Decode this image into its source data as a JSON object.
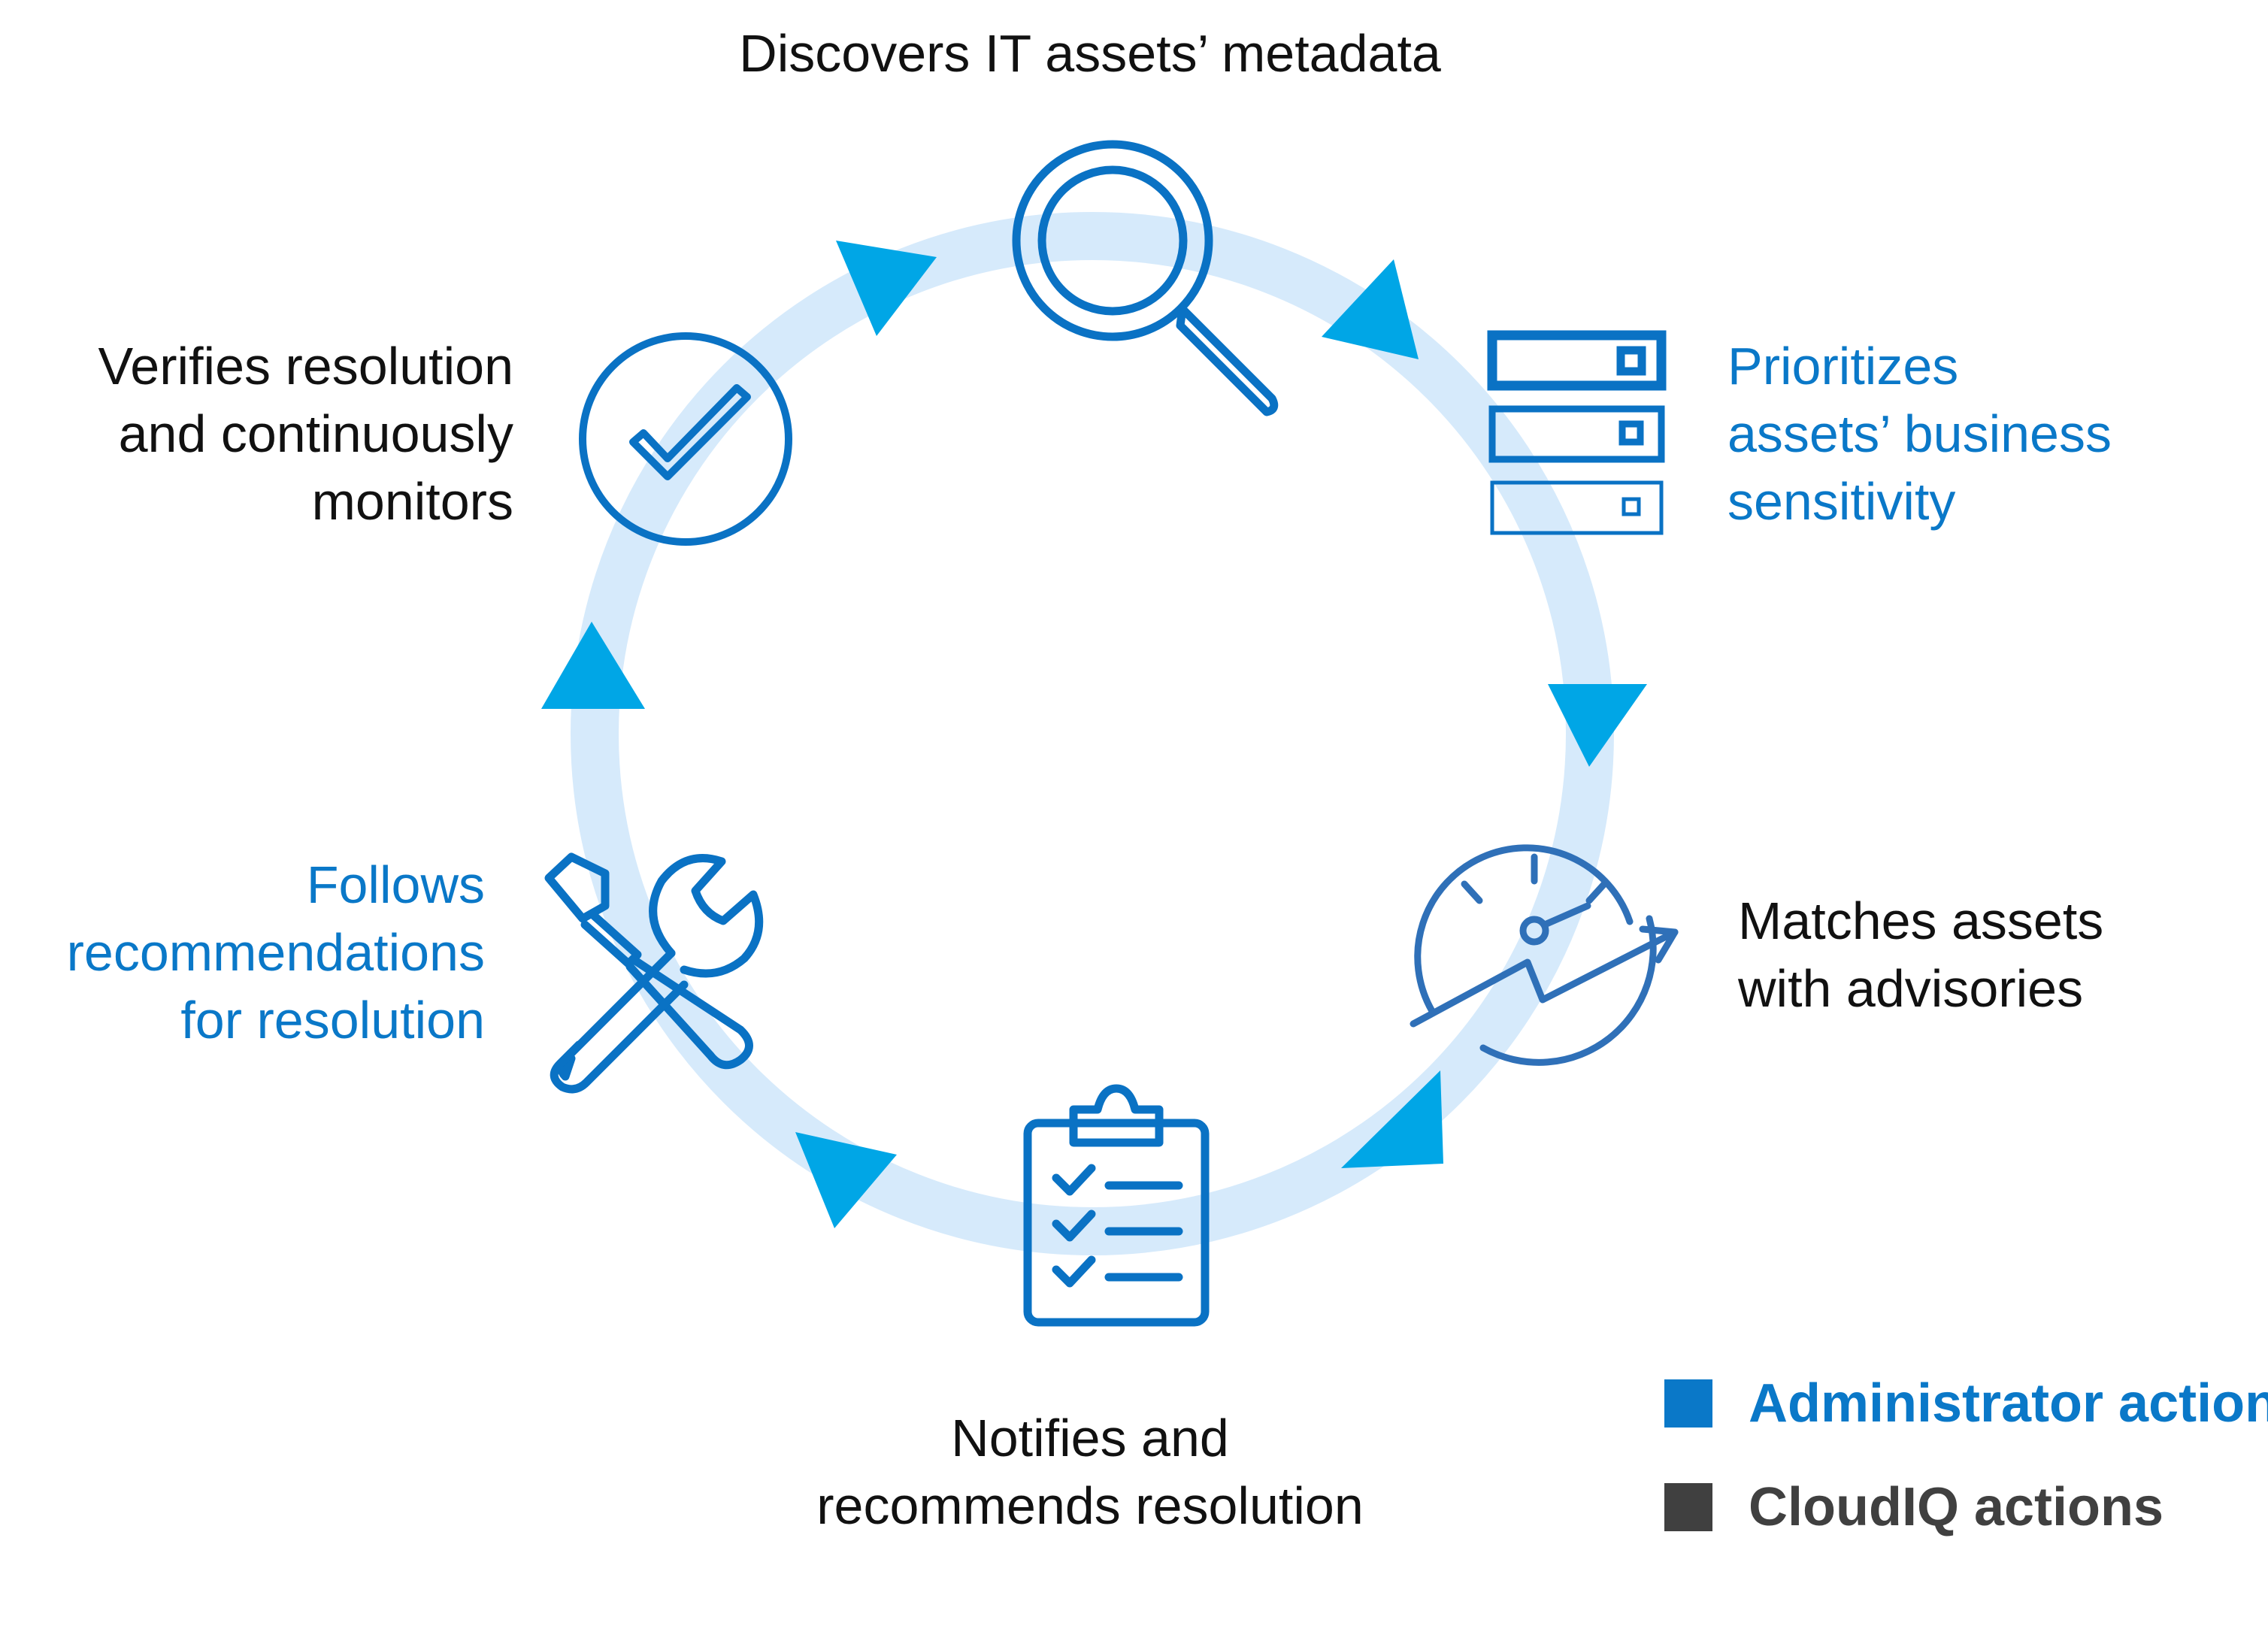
{
  "steps": {
    "discover": {
      "lines": [
        "Discovers IT assets’ metadata"
      ],
      "actor": "cloudiq",
      "icon": "magnifier-icon"
    },
    "prioritize": {
      "lines": [
        "Prioritizes",
        "assets’ business",
        "sensitivity"
      ],
      "actor": "administrator",
      "icon": "server-stack-icon"
    },
    "match": {
      "lines": [
        "Matches assets",
        "with advisories"
      ],
      "actor": "cloudiq",
      "icon": "gauge-trend-icon"
    },
    "notify": {
      "lines": [
        "Notifies and",
        "recommends resolution"
      ],
      "actor": "cloudiq",
      "icon": "clipboard-checklist-icon"
    },
    "follow": {
      "lines": [
        "Follows",
        "recommendations",
        "for resolution"
      ],
      "actor": "administrator",
      "icon": "wrench-screwdriver-icon"
    },
    "verify": {
      "lines": [
        "Verifies resolution",
        "and continuously",
        "monitors"
      ],
      "actor": "cloudiq",
      "icon": "check-circle-icon"
    }
  },
  "legend": {
    "admin": {
      "label": "Administrator actions",
      "color": "#0a78c8"
    },
    "cloudiq": {
      "label": "CloudIQ actions",
      "color": "#404040"
    }
  },
  "colors": {
    "ring": "#d6eafb",
    "arrow": "#00a6e6",
    "icon": "#0a72c4"
  }
}
